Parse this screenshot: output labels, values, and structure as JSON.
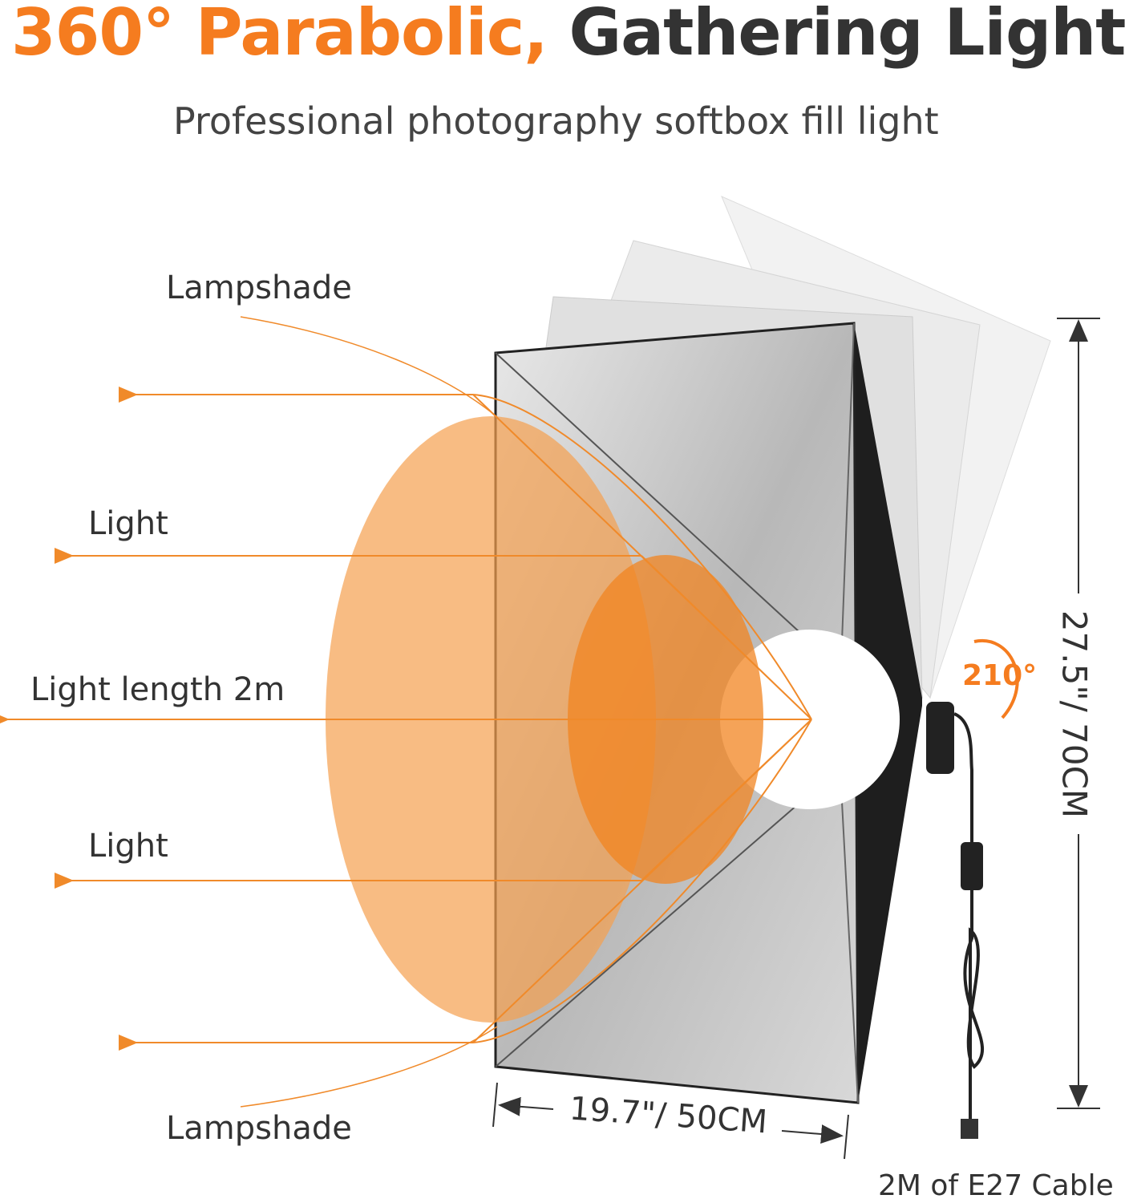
{
  "title": {
    "part1": "360° Parabolic,",
    "part2": "Gathering Light"
  },
  "subtitle": "Professional photography softbox fill light",
  "labels": {
    "lampshade_top": "Lampshade",
    "light_top": "Light",
    "light_length": "Light length 2m",
    "light_bottom": "Light",
    "lampshade_bottom": "Lampshade"
  },
  "dimensions": {
    "height": "27.5\"/ 70CM",
    "width": "19.7\"/ 50CM",
    "rotation": "210°",
    "cable": "2M of E27 Cable"
  },
  "colors": {
    "accent": "#f57c1f",
    "dark": "#333333"
  }
}
